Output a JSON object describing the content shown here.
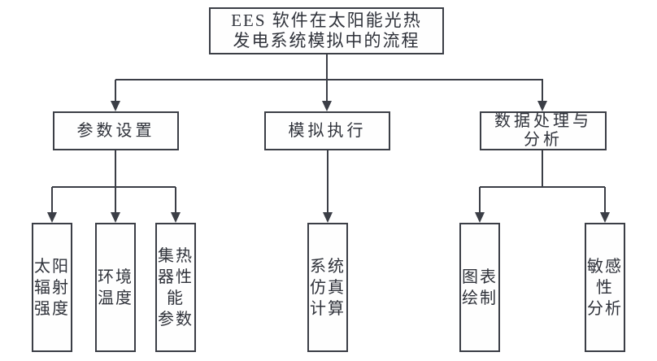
{
  "diagram": {
    "type": "flowchart",
    "root": {
      "label": "EES 软件在太阳能光热\n发电系统模拟中的流程"
    },
    "level2": [
      {
        "id": "parameter-setting",
        "label": "参数设置"
      },
      {
        "id": "simulation-execution",
        "label": "模拟执行"
      },
      {
        "id": "data-processing-analysis",
        "label": "数据处理与\n分析"
      }
    ],
    "level3": [
      {
        "id": "solar-radiation-intensity",
        "parent": "parameter-setting",
        "label": "太阳\n辐射\n强度"
      },
      {
        "id": "ambient-temperature",
        "parent": "parameter-setting",
        "label": "环境\n温度"
      },
      {
        "id": "collector-performance-parameters",
        "parent": "parameter-setting",
        "label": "集热\n器性\n能\n参数"
      },
      {
        "id": "system-simulation-calculation",
        "parent": "simulation-execution",
        "label": "系统\n仿真\n计算"
      },
      {
        "id": "chart-drawing",
        "parent": "data-processing-analysis",
        "label": "图表\n绘制"
      },
      {
        "id": "sensitivity-analysis",
        "parent": "data-processing-analysis",
        "label": "敏感\n性\n分析"
      }
    ],
    "colors": {
      "line": "#3b3e46",
      "border": "#3b3e46",
      "text": "#2f323a",
      "background": "#ffffff"
    }
  }
}
